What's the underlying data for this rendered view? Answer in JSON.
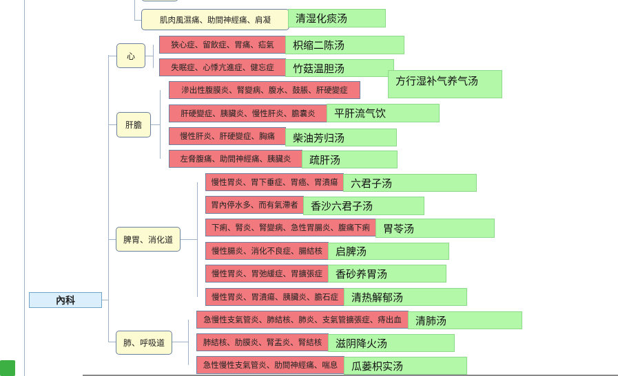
{
  "root": "內科",
  "top_item": {
    "symptom": "肌肉風濕痛、助間神經痛、肩凝",
    "formula": "清湿化痰汤"
  },
  "categories": [
    {
      "name": "心",
      "items": [
        {
          "symptom": "狹心症、留飲症、胃痛、疝氣",
          "formula": "枳缩二陈汤"
        },
        {
          "symptom": "失眠症、心悸亢進症、健忘症",
          "formula": "竹菇温胆汤"
        }
      ]
    },
    {
      "name": "肝膽",
      "items": [
        {
          "symptom": "滲出性腹膜炎、腎變病、腹水、鼓脹、肝硬變症",
          "formula": "方行湿补气养气汤"
        },
        {
          "symptom": "肝硬變症、胰臟炎、慢性肝炎、膽囊炎",
          "formula": "平肝流气饮"
        },
        {
          "symptom": "慢性肝炎、肝硬變症、胸痛",
          "formula": "柴油芳归汤"
        },
        {
          "symptom": "左脅腹痛、助間神經痛、胰臟炎",
          "formula": "疏肝汤"
        }
      ]
    },
    {
      "name": "脾胃、消化道",
      "items": [
        {
          "symptom": "慢性胃炎、胃下垂症、胃癌、胃潰瘍",
          "formula": "六君子汤"
        },
        {
          "symptom": "胃內停水多、而有氣滯者",
          "formula": "香沙六君子汤"
        },
        {
          "symptom": "下痢、腎炎、腎變病、急性胃腸炎、腹痛下痢",
          "formula": "胃苓汤"
        },
        {
          "symptom": "慢性腸炎、消化不良症、腸結核",
          "formula": "启脾汤"
        },
        {
          "symptom": "慢性胃炎、胃弛緩症、胃擴張症",
          "formula": "香砂养胃汤"
        },
        {
          "symptom": "慢性胃炎、胃潰瘍、胰臟炎、膽石症",
          "formula": "清热解郁汤"
        }
      ]
    },
    {
      "name": "肺、呼吸道",
      "items": [
        {
          "symptom": "急慢性支氣管炎、肺結核、肺炎、支氣管擴張症、痔出血",
          "formula": "清肺汤"
        },
        {
          "symptom": "肺結核、肋膜炎、腎盂炎、腎結核",
          "formula": "滋阴降火汤"
        },
        {
          "symptom": "急性慢性支氣管炎、肋間神經痛、喘息",
          "formula": "瓜蒌枳实汤"
        }
      ]
    }
  ]
}
